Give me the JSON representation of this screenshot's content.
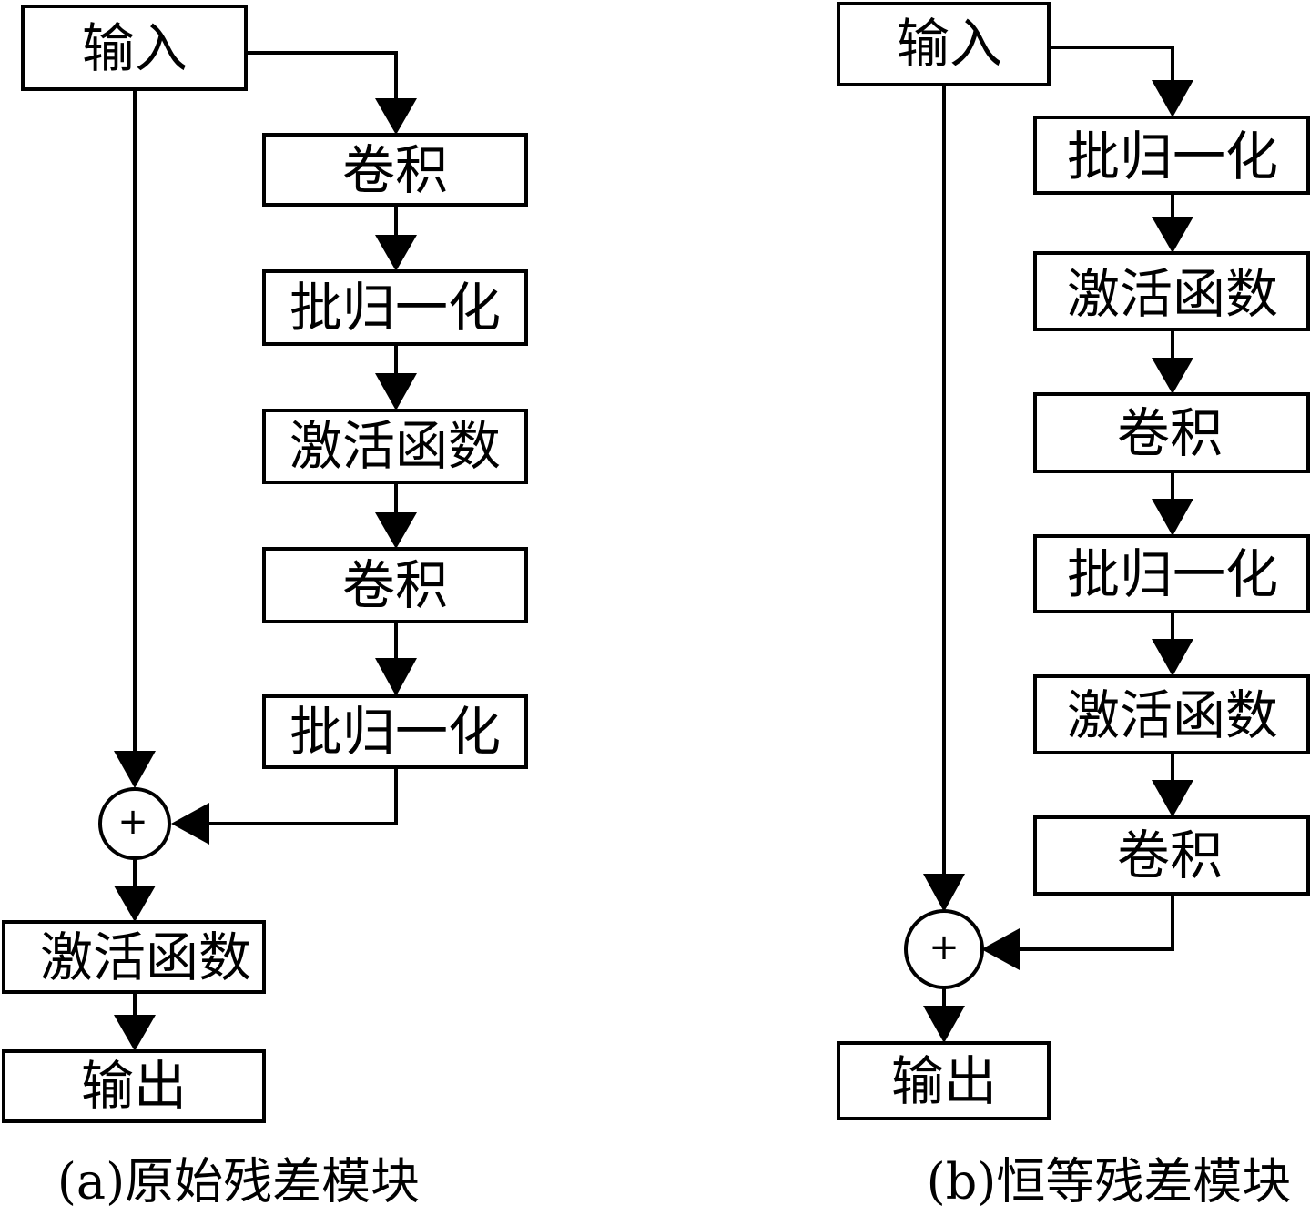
{
  "diagrams": {
    "a": {
      "input": "输入",
      "steps": [
        "卷积",
        "批归一化",
        "激活函数",
        "卷积",
        "批归一化"
      ],
      "add_symbol": "+",
      "post": "激活函数",
      "output": "输出",
      "caption": "(a)原始残差模块"
    },
    "b": {
      "input": "输入",
      "steps": [
        "批归一化",
        "激活函数",
        "卷积",
        "批归一化",
        "激活函数",
        "卷积"
      ],
      "add_symbol": "+",
      "output": "输出",
      "caption": "(b)恒等残差模块"
    }
  },
  "colors": {
    "stroke": "#000000",
    "background": "#ffffff"
  }
}
